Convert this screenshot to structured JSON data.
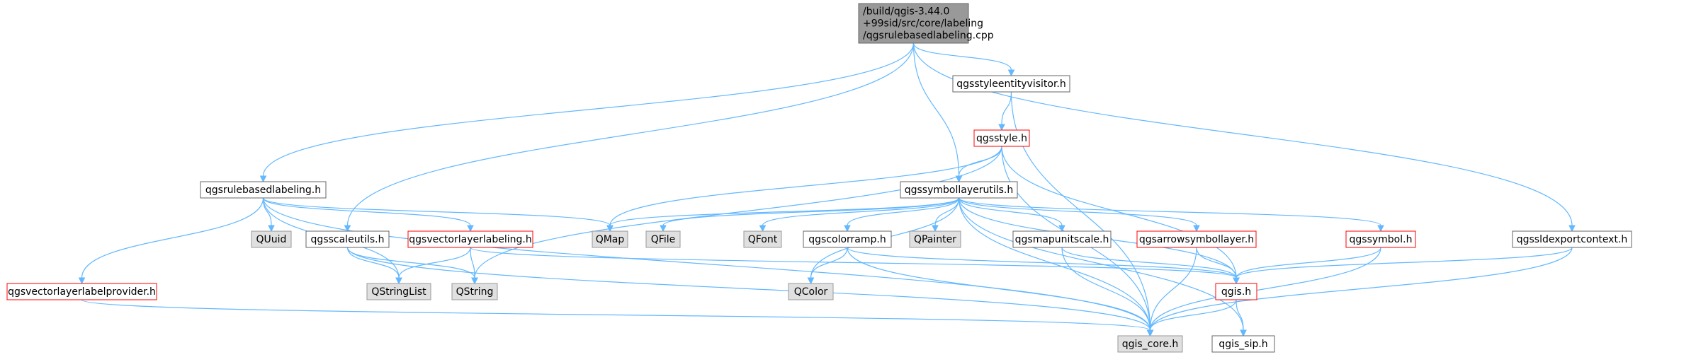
{
  "palette": {
    "root_fill": "#999999",
    "normal_fill": "#ffffff",
    "normal_stroke": "#666666",
    "red_stroke": "#ff0000",
    "system_fill": "#e0e0e0",
    "system_stroke": "#999999",
    "edge": "#63b8ff"
  },
  "nodes": [
    {
      "id": "root",
      "lines": [
        "/build/qgis-3.44.0",
        "+99sid/src/core/labeling",
        "/qgsrulebasedlabeling.cpp"
      ],
      "style": "root"
    },
    {
      "id": "qgsstyleentityvisitor",
      "lines": [
        "qgsstyleentityvisitor.h"
      ],
      "style": "normal"
    },
    {
      "id": "qgsstyle",
      "lines": [
        "qgsstyle.h"
      ],
      "style": "red"
    },
    {
      "id": "qgsrulebasedlabeling",
      "lines": [
        "qgsrulebasedlabeling.h"
      ],
      "style": "normal"
    },
    {
      "id": "qgssymbollayerutils",
      "lines": [
        "qgssymbollayerutils.h"
      ],
      "style": "normal"
    },
    {
      "id": "quuid",
      "lines": [
        "QUuid"
      ],
      "style": "system"
    },
    {
      "id": "qgsscaleutils",
      "lines": [
        "qgsscaleutils.h"
      ],
      "style": "normal"
    },
    {
      "id": "qgsvectorlayerlabeling",
      "lines": [
        "qgsvectorlayerlabeling.h"
      ],
      "style": "red"
    },
    {
      "id": "qmap",
      "lines": [
        "QMap"
      ],
      "style": "system"
    },
    {
      "id": "qfile",
      "lines": [
        "QFile"
      ],
      "style": "system"
    },
    {
      "id": "qfont",
      "lines": [
        "QFont"
      ],
      "style": "system"
    },
    {
      "id": "qgscolorramp",
      "lines": [
        "qgscolorramp.h"
      ],
      "style": "normal"
    },
    {
      "id": "qpainter",
      "lines": [
        "QPainter"
      ],
      "style": "system"
    },
    {
      "id": "qgsmapunitscale",
      "lines": [
        "qgsmapunitscale.h"
      ],
      "style": "normal"
    },
    {
      "id": "qgsarrowsymbollayer",
      "lines": [
        "qgsarrowsymbollayer.h"
      ],
      "style": "red"
    },
    {
      "id": "qgssymbol",
      "lines": [
        "qgssymbol.h"
      ],
      "style": "red"
    },
    {
      "id": "qgssldexportcontext",
      "lines": [
        "qgssldexportcontext.h"
      ],
      "style": "normal"
    },
    {
      "id": "qgsvectorlayerlabelprovider",
      "lines": [
        "qgsvectorlayerlabelprovider.h"
      ],
      "style": "red"
    },
    {
      "id": "qstringlist",
      "lines": [
        "QStringList"
      ],
      "style": "system"
    },
    {
      "id": "qstring",
      "lines": [
        "QString"
      ],
      "style": "system"
    },
    {
      "id": "qcolor",
      "lines": [
        "QColor"
      ],
      "style": "system"
    },
    {
      "id": "qgis",
      "lines": [
        "qgis.h"
      ],
      "style": "red"
    },
    {
      "id": "qgis_core",
      "lines": [
        "qgis_core.h"
      ],
      "style": "system"
    },
    {
      "id": "qgis_sip",
      "lines": [
        "qgis_sip.h"
      ],
      "style": "normal"
    }
  ],
  "edges": [
    [
      "root",
      "qgsrulebasedlabeling"
    ],
    [
      "root",
      "qgsscaleutils"
    ],
    [
      "root",
      "qgssymbollayerutils"
    ],
    [
      "root",
      "qgsstyleentityvisitor"
    ],
    [
      "root",
      "qgssldexportcontext"
    ],
    [
      "qgsstyleentityvisitor",
      "qgsstyle"
    ],
    [
      "qgsstyleentityvisitor",
      "qgis_core"
    ],
    [
      "qgsstyle",
      "qgssymbollayerutils"
    ],
    [
      "qgsstyle",
      "qmap"
    ],
    [
      "qgsstyle",
      "qstring"
    ],
    [
      "qgsstyle",
      "qgis"
    ],
    [
      "qgsstyle",
      "qgis_core"
    ],
    [
      "qgsrulebasedlabeling",
      "quuid"
    ],
    [
      "qgsrulebasedlabeling",
      "qgsvectorlayerlabeling"
    ],
    [
      "qgsrulebasedlabeling",
      "qmap"
    ],
    [
      "qgsrulebasedlabeling",
      "qgsvectorlayerlabelprovider"
    ],
    [
      "qgsrulebasedlabeling",
      "qstringlist"
    ],
    [
      "qgsrulebasedlabeling",
      "qgis_core"
    ],
    [
      "qgssymbollayerutils",
      "qmap"
    ],
    [
      "qgssymbollayerutils",
      "qfile"
    ],
    [
      "qgssymbollayerutils",
      "qfont"
    ],
    [
      "qgssymbollayerutils",
      "qgscolorramp"
    ],
    [
      "qgssymbollayerutils",
      "qpainter"
    ],
    [
      "qgssymbollayerutils",
      "qgsmapunitscale"
    ],
    [
      "qgssymbollayerutils",
      "qgsarrowsymbollayer"
    ],
    [
      "qgssymbollayerutils",
      "qgssymbol"
    ],
    [
      "qgssymbollayerutils",
      "qcolor"
    ],
    [
      "qgssymbollayerutils",
      "qgis"
    ],
    [
      "qgssymbollayerutils",
      "qgis_core"
    ],
    [
      "qgssymbollayerutils",
      "qgis_sip"
    ],
    [
      "qgsscaleutils",
      "qstringlist"
    ],
    [
      "qgsscaleutils",
      "qstring"
    ],
    [
      "qgsscaleutils",
      "qgis_core"
    ],
    [
      "qgsvectorlayerlabeling",
      "qstringlist"
    ],
    [
      "qgsvectorlayerlabeling",
      "qstring"
    ],
    [
      "qgsvectorlayerlabeling",
      "qgis"
    ],
    [
      "qgscolorramp",
      "qcolor"
    ],
    [
      "qgscolorramp",
      "qgis"
    ],
    [
      "qgscolorramp",
      "qgis_core"
    ],
    [
      "qgsmapunitscale",
      "qgis"
    ],
    [
      "qgsmapunitscale",
      "qgis_core"
    ],
    [
      "qgsarrowsymbollayer",
      "qgis"
    ],
    [
      "qgsarrowsymbollayer",
      "qgis_core"
    ],
    [
      "qgssymbol",
      "qgis"
    ],
    [
      "qgssymbol",
      "qgis_core"
    ],
    [
      "qgssldexportcontext",
      "qgis"
    ],
    [
      "qgssldexportcontext",
      "qgis_core"
    ],
    [
      "qgsvectorlayerlabelprovider",
      "qgis_core"
    ],
    [
      "qgis",
      "qgis_core"
    ],
    [
      "qgis",
      "qgis_sip"
    ]
  ]
}
